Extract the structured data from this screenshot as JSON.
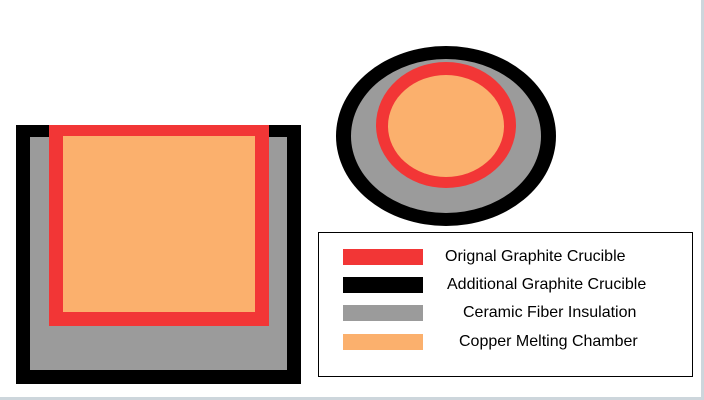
{
  "colors": {
    "original_crucible": "#f23636",
    "additional_crucible": "#000000",
    "insulation": "#9b9b9b",
    "chamber": "#fbb06d"
  },
  "legend": {
    "items": [
      {
        "label": "Orignal Graphite Crucible",
        "color": "#f23636"
      },
      {
        "label": "Additional Graphite Crucible",
        "color": "#000000"
      },
      {
        "label": "Ceramic Fiber Insulation",
        "color": "#9b9b9b"
      },
      {
        "label": "Copper Melting Chamber",
        "color": "#fbb06d"
      }
    ]
  }
}
